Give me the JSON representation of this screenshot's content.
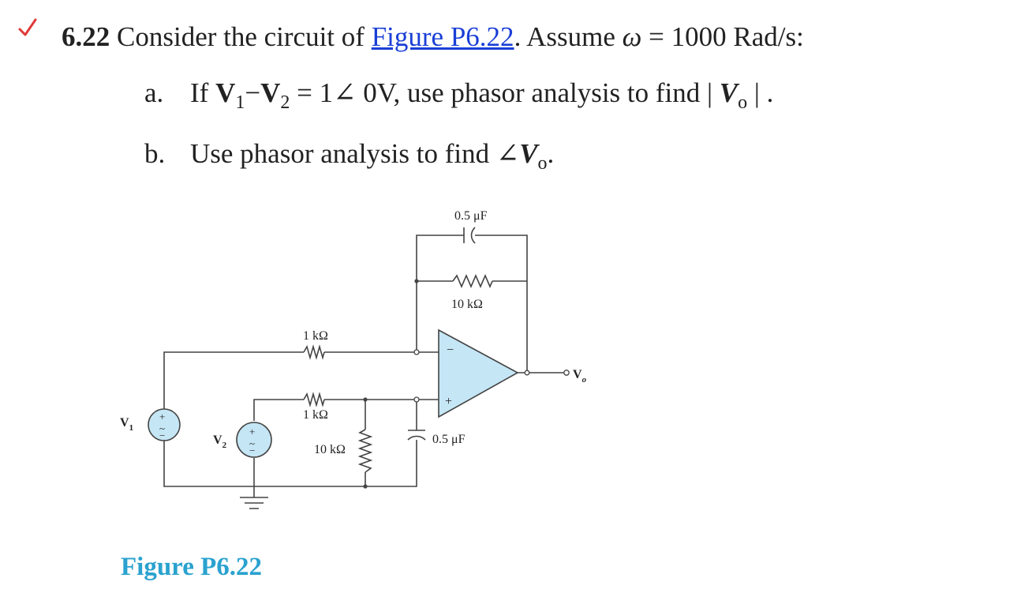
{
  "problem": {
    "number": "6.22",
    "intro": " Consider the circuit of ",
    "figure_link": "Figure P6.22",
    "assume_text": ". Assume ",
    "omega": "ω",
    "omega_rest": " = 1000 Rad/s:",
    "part_a_letter": "a.",
    "part_a_if": "If ",
    "part_a_v1": "V",
    "part_a_v1_sub": "1",
    "part_a_minus": "−",
    "part_a_v2": "V",
    "part_a_v2_sub": "2",
    "part_a_eq": " = 1∠ 0V, use phasor analysis to find  | ",
    "part_a_vo": "V",
    "part_a_vo_sub": "o",
    "part_a_end": " | .",
    "part_b_letter": "b.",
    "part_b_text": "Use phasor analysis to find ∠",
    "part_b_vo": "V",
    "part_b_vo_sub": "o",
    "part_b_end": "."
  },
  "circuit": {
    "cap_top_label": "0.5 μF",
    "r_feedback_label": "10 kΩ",
    "r_in_top_label": "1 kΩ",
    "r_in_bottom_label": "1 kΩ",
    "r_shunt_label": "10 kΩ",
    "cap_bottom_label": "0.5 μF",
    "v1_label": "V",
    "v1_sub": "1",
    "v2_label": "V",
    "v2_sub": "2",
    "vo_label": "V",
    "vo_sub": "o",
    "opamp_minus": "−",
    "opamp_plus": "+",
    "opamp_fill": "#c5e6f5",
    "source_fill": "#c5e6f5"
  },
  "figure_caption": "Figure P6.22",
  "colors": {
    "check": "#e03a3a",
    "link": "#1a3fd6",
    "caption": "#2aa2cf"
  }
}
